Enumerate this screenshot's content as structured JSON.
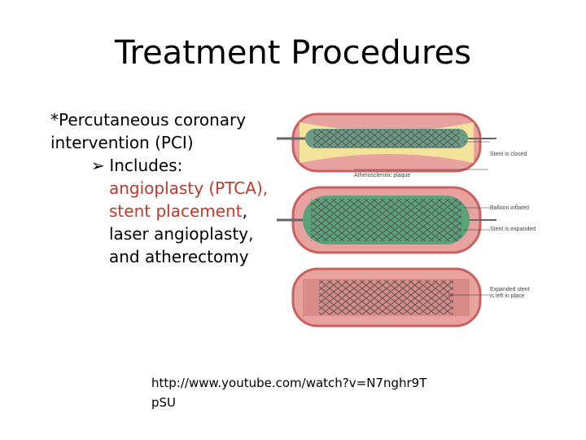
{
  "slide": {
    "title": "Treatment Procedures",
    "intro_line1": "*Percutaneous coronary",
    "intro_line2": "intervention (PCI)",
    "includes_label": "Includes:",
    "items": [
      {
        "text": "angioplasty (PTCA),",
        "color": "#c0392b"
      },
      {
        "text": "stent placement",
        "color": "#c0392b"
      },
      {
        "text": "laser angioplasty,",
        "color": "#000000"
      },
      {
        "text": "and atherectomy",
        "color": "#000000"
      }
    ],
    "comma_after_stent": ",",
    "url_line1": "http://www.youtube.com/watch?v=N7nghr9T",
    "url_line2": "pSU"
  },
  "figure": {
    "labels": {
      "stent_closed": "Stent is closed",
      "plaque": "Atherosclerotic plaque",
      "balloon": "Balloon inflated",
      "stent_expanded": "Stent is expanded",
      "left_line1": "Expanded stent",
      "left_line2": "is left in place"
    },
    "colors": {
      "vessel": "#e8a2a0",
      "wall": "#c9615f",
      "plaque": "#f3e39b",
      "balloon": "#5aa37a"
    }
  }
}
